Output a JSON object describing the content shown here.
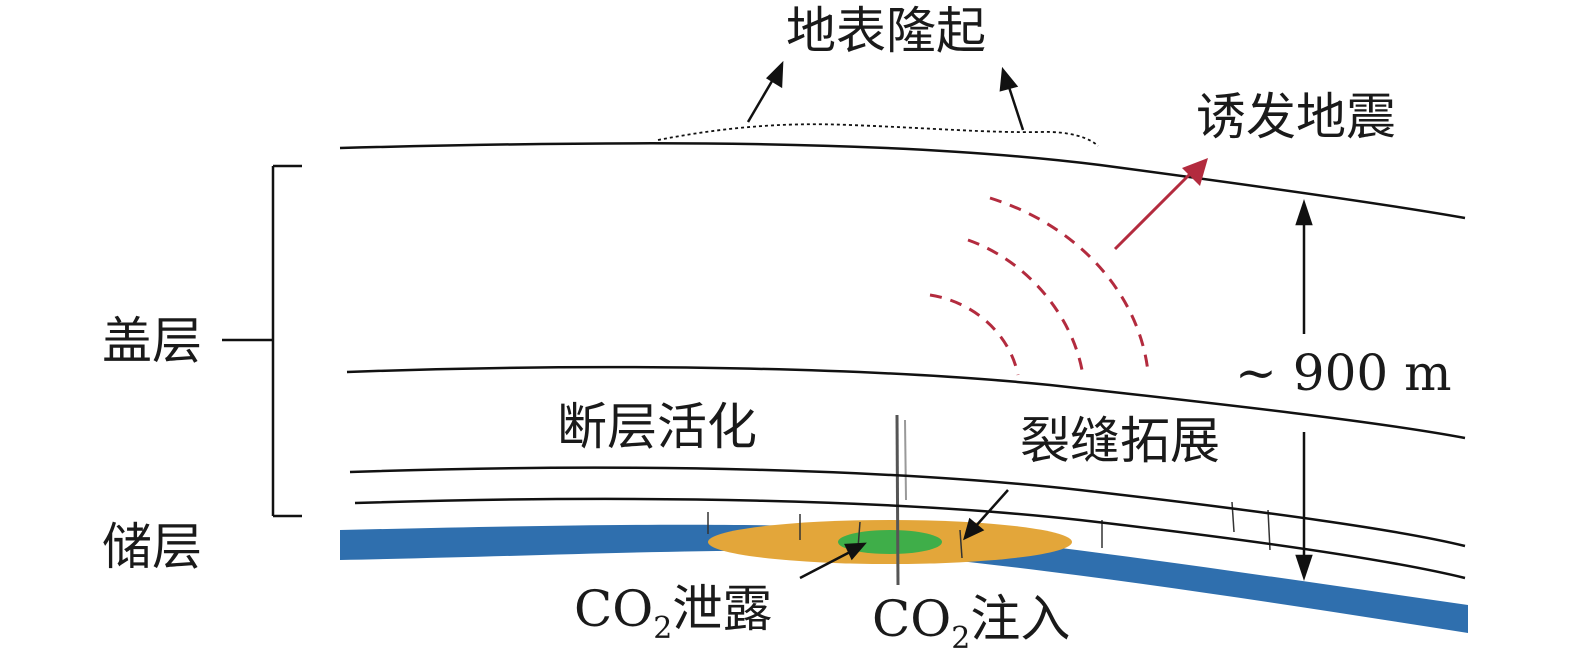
{
  "labels": {
    "surface_uplift": "地表隆起",
    "induced_earthquake": "诱发地震",
    "caprock": "盖层",
    "reservoir": "储层",
    "fault_activation": "断层活化",
    "fracture_extension": "裂缝拓展",
    "depth": "~ 900 m",
    "co2_leak_prefix": "CO",
    "co2_leak_subscript": "2",
    "co2_leak_suffix": "泄露",
    "co2_inject_prefix": "CO",
    "co2_inject_subscript": "2",
    "co2_inject_suffix": "注入"
  },
  "colors": {
    "line": "#111111",
    "reservoir_blue": "#2f6fae",
    "plume_orange": "#e3a63a",
    "plume_green": "#3fae49",
    "seismic_red": "#b32b3e"
  }
}
